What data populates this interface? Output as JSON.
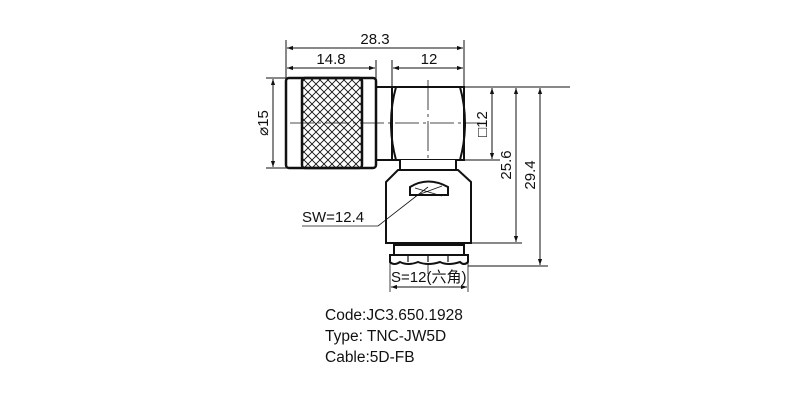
{
  "drawing": {
    "title": "TNC right-angle connector dimension drawing",
    "dimensions": {
      "overall_length": "28.3",
      "nut_length": "14.8",
      "body_width": "12",
      "nut_diameter": "⌀15",
      "square_body": "□12",
      "height_inner": "25.6",
      "height_overall": "29.4",
      "wrench_flat": "SW=12.4",
      "hex_size": "S=12(六角)"
    },
    "colors": {
      "line": "#111111",
      "background": "#ffffff"
    }
  },
  "spec": {
    "code": "Code:JC3.650.1928",
    "type": "Type: TNC-JW5D",
    "cable": "Cable:5D-FB"
  }
}
